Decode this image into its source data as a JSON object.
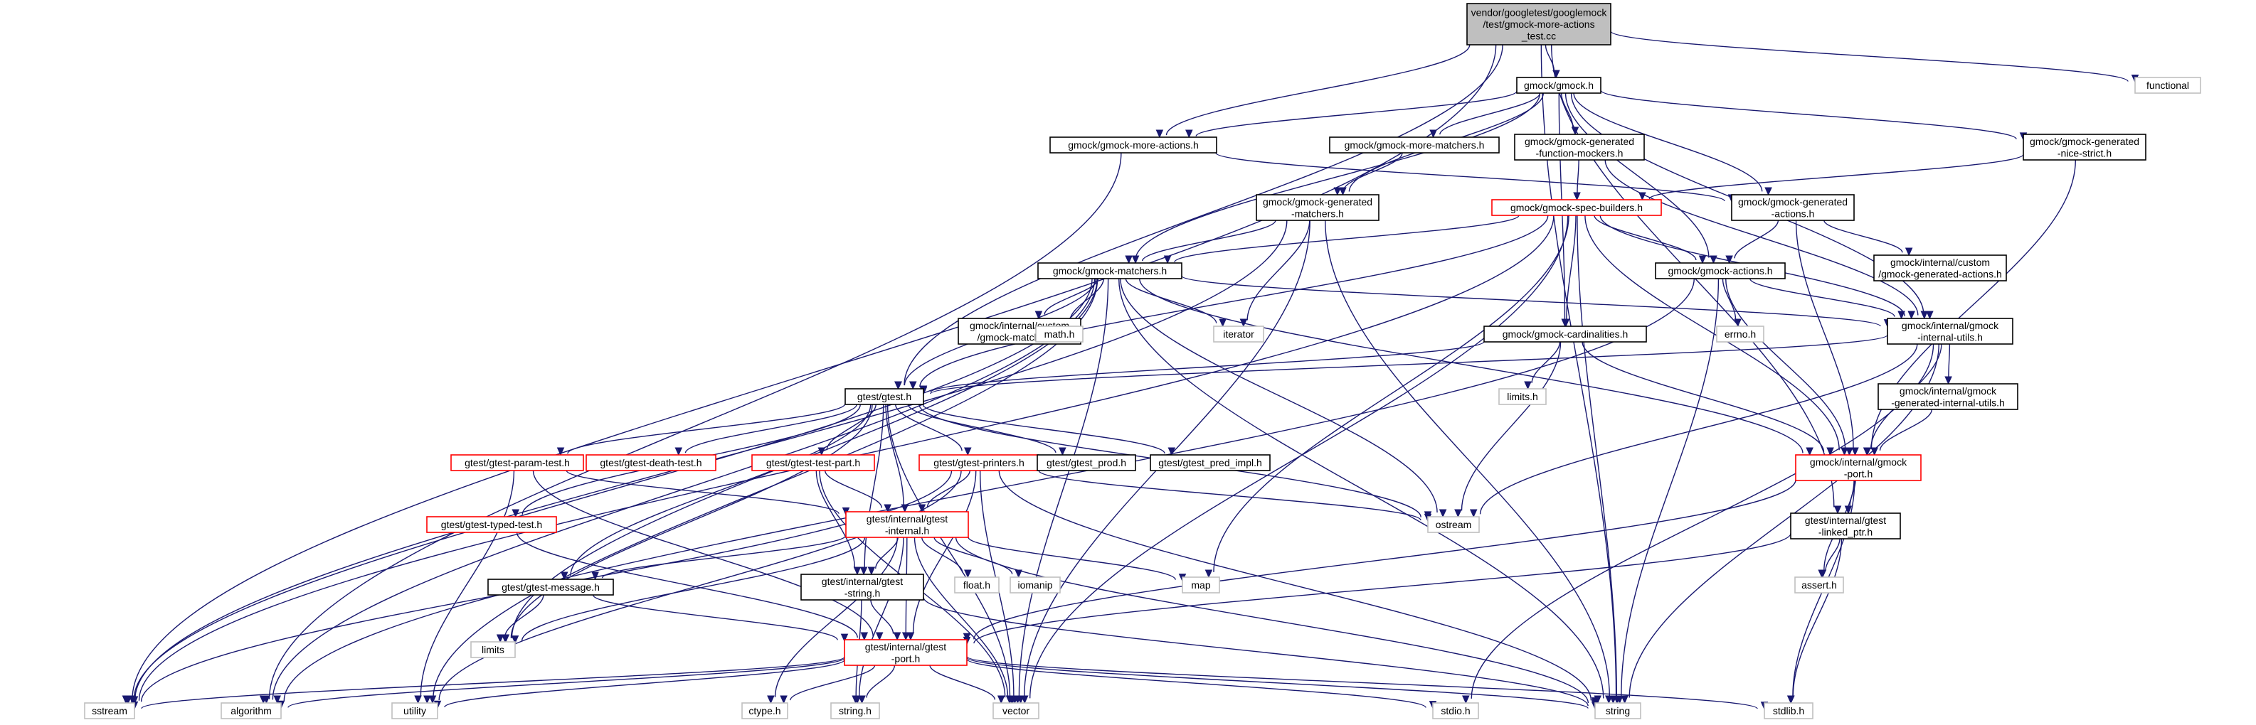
{
  "palette": {
    "root_fill": "#bfbfbf",
    "node_fill": "#ffffff",
    "border_normal": "#000000",
    "border_truncated": "#ff0000",
    "border_external": "#bfbfbf",
    "edge_color": "#191970"
  },
  "nodes": [
    {
      "id": "root",
      "lines": [
        "vendor/googletest/googlemock",
        "/test/gmock-more-actions",
        "_test.cc"
      ],
      "kind": "root"
    },
    {
      "id": "functional",
      "lines": [
        "functional"
      ],
      "kind": "external"
    },
    {
      "id": "gmock_h",
      "lines": [
        "gmock/gmock.h"
      ],
      "kind": "normal"
    },
    {
      "id": "more_actions",
      "lines": [
        "gmock/gmock-more-actions.h"
      ],
      "kind": "normal"
    },
    {
      "id": "more_matchers",
      "lines": [
        "gmock/gmock-more-matchers.h"
      ],
      "kind": "normal"
    },
    {
      "id": "gen_fmock",
      "lines": [
        "gmock/gmock-generated",
        "-function-mockers.h"
      ],
      "kind": "normal"
    },
    {
      "id": "gen_nice",
      "lines": [
        "gmock/gmock-generated",
        "-nice-strict.h"
      ],
      "kind": "normal"
    },
    {
      "id": "gen_matchers",
      "lines": [
        "gmock/gmock-generated",
        "-matchers.h"
      ],
      "kind": "normal"
    },
    {
      "id": "spec_builders",
      "lines": [
        "gmock/gmock-spec-builders.h"
      ],
      "kind": "truncated"
    },
    {
      "id": "gen_actions",
      "lines": [
        "gmock/gmock-generated",
        "-actions.h"
      ],
      "kind": "normal"
    },
    {
      "id": "custom_gen_actions",
      "lines": [
        "gmock/internal/custom",
        "/gmock-generated-actions.h"
      ],
      "kind": "normal"
    },
    {
      "id": "matchers",
      "lines": [
        "gmock/gmock-matchers.h"
      ],
      "kind": "normal"
    },
    {
      "id": "actions",
      "lines": [
        "gmock/gmock-actions.h"
      ],
      "kind": "normal"
    },
    {
      "id": "custom_matchers",
      "lines": [
        "gmock/internal/custom",
        "/gmock-matchers.h"
      ],
      "kind": "normal"
    },
    {
      "id": "math_h",
      "lines": [
        "math.h"
      ],
      "kind": "external"
    },
    {
      "id": "iterator",
      "lines": [
        "iterator"
      ],
      "kind": "external"
    },
    {
      "id": "cardinalities",
      "lines": [
        "gmock/gmock-cardinalities.h"
      ],
      "kind": "normal"
    },
    {
      "id": "errno_h",
      "lines": [
        "errno.h"
      ],
      "kind": "external"
    },
    {
      "id": "internal_utils",
      "lines": [
        "gmock/internal/gmock",
        "-internal-utils.h"
      ],
      "kind": "normal"
    },
    {
      "id": "limits_h",
      "lines": [
        "limits.h"
      ],
      "kind": "external"
    },
    {
      "id": "gen_internal_utils",
      "lines": [
        "gmock/internal/gmock",
        "-generated-internal-utils.h"
      ],
      "kind": "normal"
    },
    {
      "id": "gtest_h",
      "lines": [
        "gtest/gtest.h"
      ],
      "kind": "normal"
    },
    {
      "id": "param_test",
      "lines": [
        "gtest/gtest-param-test.h"
      ],
      "kind": "truncated"
    },
    {
      "id": "death_test",
      "lines": [
        "gtest/gtest-death-test.h"
      ],
      "kind": "truncated"
    },
    {
      "id": "test_part",
      "lines": [
        "gtest/gtest-test-part.h"
      ],
      "kind": "truncated"
    },
    {
      "id": "printers",
      "lines": [
        "gtest/gtest-printers.h"
      ],
      "kind": "truncated"
    },
    {
      "id": "gtest_prod",
      "lines": [
        "gtest/gtest_prod.h"
      ],
      "kind": "normal"
    },
    {
      "id": "pred_impl",
      "lines": [
        "gtest/gtest_pred_impl.h"
      ],
      "kind": "normal"
    },
    {
      "id": "gmock_port",
      "lines": [
        "gmock/internal/gmock",
        "-port.h"
      ],
      "kind": "truncated"
    },
    {
      "id": "typed_test",
      "lines": [
        "gtest/gtest-typed-test.h"
      ],
      "kind": "truncated"
    },
    {
      "id": "gtest_internal",
      "lines": [
        "gtest/internal/gtest",
        "-internal.h"
      ],
      "kind": "truncated"
    },
    {
      "id": "ostream",
      "lines": [
        "ostream"
      ],
      "kind": "external"
    },
    {
      "id": "linked_ptr",
      "lines": [
        "gtest/internal/gtest",
        "-linked_ptr.h"
      ],
      "kind": "normal"
    },
    {
      "id": "float_h",
      "lines": [
        "float.h"
      ],
      "kind": "external"
    },
    {
      "id": "iomanip",
      "lines": [
        "iomanip"
      ],
      "kind": "external"
    },
    {
      "id": "map",
      "lines": [
        "map"
      ],
      "kind": "external"
    },
    {
      "id": "assert_h",
      "lines": [
        "assert.h"
      ],
      "kind": "external"
    },
    {
      "id": "message",
      "lines": [
        "gtest/gtest-message.h"
      ],
      "kind": "normal"
    },
    {
      "id": "gtest_string",
      "lines": [
        "gtest/internal/gtest",
        "-string.h"
      ],
      "kind": "normal"
    },
    {
      "id": "limits",
      "lines": [
        "limits"
      ],
      "kind": "external"
    },
    {
      "id": "gtest_port",
      "lines": [
        "gtest/internal/gtest",
        "-port.h"
      ],
      "kind": "truncated"
    },
    {
      "id": "sstream",
      "lines": [
        "sstream"
      ],
      "kind": "external"
    },
    {
      "id": "algorithm",
      "lines": [
        "algorithm"
      ],
      "kind": "external"
    },
    {
      "id": "utility",
      "lines": [
        "utility"
      ],
      "kind": "external"
    },
    {
      "id": "ctype_h",
      "lines": [
        "ctype.h"
      ],
      "kind": "external"
    },
    {
      "id": "string_h",
      "lines": [
        "string.h"
      ],
      "kind": "external"
    },
    {
      "id": "vector",
      "lines": [
        "vector"
      ],
      "kind": "external"
    },
    {
      "id": "stdio_h",
      "lines": [
        "stdio.h"
      ],
      "kind": "external"
    },
    {
      "id": "string",
      "lines": [
        "string"
      ],
      "kind": "external"
    },
    {
      "id": "stdlib_h",
      "lines": [
        "stdlib.h"
      ],
      "kind": "external"
    }
  ],
  "edges": [
    [
      "root",
      "functional"
    ],
    [
      "root",
      "gmock_h"
    ],
    [
      "root",
      "more_actions"
    ],
    [
      "root",
      "gtest_h"
    ],
    [
      "root",
      "sstream"
    ],
    [
      "root",
      "string"
    ],
    [
      "root",
      "linked_ptr"
    ],
    [
      "gmock_h",
      "more_actions"
    ],
    [
      "gmock_h",
      "more_matchers"
    ],
    [
      "gmock_h",
      "gen_fmock"
    ],
    [
      "gmock_h",
      "gen_nice"
    ],
    [
      "gmock_h",
      "gen_matchers"
    ],
    [
      "gmock_h",
      "gen_actions"
    ],
    [
      "gmock_h",
      "matchers"
    ],
    [
      "gmock_h",
      "actions"
    ],
    [
      "gmock_h",
      "cardinalities"
    ],
    [
      "gmock_h",
      "internal_utils"
    ],
    [
      "more_actions",
      "gen_actions"
    ],
    [
      "more_actions",
      "algorithm"
    ],
    [
      "more_matchers",
      "gen_matchers"
    ],
    [
      "gen_fmock",
      "spec_builders"
    ],
    [
      "gen_fmock",
      "internal_utils"
    ],
    [
      "gen_nice",
      "spec_builders"
    ],
    [
      "gen_nice",
      "gmock_port"
    ],
    [
      "gen_matchers",
      "matchers"
    ],
    [
      "gen_matchers",
      "iterator"
    ],
    [
      "gen_matchers",
      "sstream"
    ],
    [
      "gen_matchers",
      "string"
    ],
    [
      "gen_matchers",
      "vector"
    ],
    [
      "spec_builders",
      "matchers"
    ],
    [
      "spec_builders",
      "actions"
    ],
    [
      "spec_builders",
      "cardinalities"
    ],
    [
      "spec_builders",
      "internal_utils"
    ],
    [
      "spec_builders",
      "gtest_h"
    ],
    [
      "spec_builders",
      "map"
    ],
    [
      "spec_builders",
      "sstream"
    ],
    [
      "spec_builders",
      "string"
    ],
    [
      "spec_builders",
      "vector"
    ],
    [
      "spec_builders",
      "gmock_port"
    ],
    [
      "gen_actions",
      "actions"
    ],
    [
      "gen_actions",
      "custom_gen_actions"
    ],
    [
      "gen_actions",
      "gmock_port"
    ],
    [
      "matchers",
      "custom_matchers"
    ],
    [
      "matchers",
      "math_h"
    ],
    [
      "matchers",
      "iterator"
    ],
    [
      "matchers",
      "internal_utils"
    ],
    [
      "matchers",
      "gtest_h"
    ],
    [
      "matchers",
      "gmock_port"
    ],
    [
      "matchers",
      "limits"
    ],
    [
      "matchers",
      "ostream"
    ],
    [
      "matchers",
      "sstream"
    ],
    [
      "matchers",
      "algorithm"
    ],
    [
      "matchers",
      "utility"
    ],
    [
      "matchers",
      "vector"
    ],
    [
      "matchers",
      "string"
    ],
    [
      "actions",
      "errno_h"
    ],
    [
      "actions",
      "internal_utils"
    ],
    [
      "actions",
      "gmock_port"
    ],
    [
      "actions",
      "string"
    ],
    [
      "actions",
      "algorithm"
    ],
    [
      "cardinalities",
      "limits_h"
    ],
    [
      "cardinalities",
      "gtest_h"
    ],
    [
      "cardinalities",
      "gmock_port"
    ],
    [
      "cardinalities",
      "ostream"
    ],
    [
      "internal_utils",
      "gen_internal_utils"
    ],
    [
      "internal_utils",
      "gmock_port"
    ],
    [
      "internal_utils",
      "gtest_h"
    ],
    [
      "internal_utils",
      "ostream"
    ],
    [
      "internal_utils",
      "stdio_h"
    ],
    [
      "internal_utils",
      "string"
    ],
    [
      "gen_internal_utils",
      "gmock_port"
    ],
    [
      "gtest_h",
      "param_test"
    ],
    [
      "gtest_h",
      "death_test"
    ],
    [
      "gtest_h",
      "test_part"
    ],
    [
      "gtest_h",
      "printers"
    ],
    [
      "gtest_h",
      "gtest_prod"
    ],
    [
      "gtest_h",
      "pred_impl"
    ],
    [
      "gtest_h",
      "typed_test"
    ],
    [
      "gtest_h",
      "gtest_internal"
    ],
    [
      "gtest_h",
      "message"
    ],
    [
      "gtest_h",
      "gtest_string"
    ],
    [
      "gtest_h",
      "ostream"
    ],
    [
      "gtest_h",
      "vector"
    ],
    [
      "gtest_h",
      "limits"
    ],
    [
      "param_test",
      "gtest_internal"
    ],
    [
      "param_test",
      "gtest_port"
    ],
    [
      "param_test",
      "utility"
    ],
    [
      "test_part",
      "gtest_internal"
    ],
    [
      "test_part",
      "gtest_string"
    ],
    [
      "test_part",
      "vector"
    ],
    [
      "printers",
      "gtest_internal"
    ],
    [
      "printers",
      "gtest_port"
    ],
    [
      "printers",
      "ostream"
    ],
    [
      "printers",
      "sstream"
    ],
    [
      "printers",
      "string"
    ],
    [
      "printers",
      "utility"
    ],
    [
      "printers",
      "vector"
    ],
    [
      "typed_test",
      "gtest_port"
    ],
    [
      "gmock_port",
      "linked_ptr"
    ],
    [
      "gmock_port",
      "gtest_port"
    ],
    [
      "gmock_port",
      "assert_h"
    ],
    [
      "gmock_port",
      "stdlib_h"
    ],
    [
      "gtest_internal",
      "message"
    ],
    [
      "gtest_internal",
      "gtest_string"
    ],
    [
      "gtest_internal",
      "gtest_port"
    ],
    [
      "gtest_internal",
      "float_h"
    ],
    [
      "gtest_internal",
      "iomanip"
    ],
    [
      "gtest_internal",
      "map"
    ],
    [
      "gtest_internal",
      "limits"
    ],
    [
      "gtest_internal",
      "ctype_h"
    ],
    [
      "gtest_internal",
      "string_h"
    ],
    [
      "gtest_internal",
      "string"
    ],
    [
      "gtest_internal",
      "vector"
    ],
    [
      "linked_ptr",
      "gtest_port"
    ],
    [
      "linked_ptr",
      "assert_h"
    ],
    [
      "linked_ptr",
      "stdlib_h"
    ],
    [
      "message",
      "gtest_port"
    ],
    [
      "message",
      "limits"
    ],
    [
      "gtest_string",
      "gtest_port"
    ],
    [
      "gtest_string",
      "string_h"
    ],
    [
      "gtest_string",
      "string"
    ],
    [
      "gtest_port",
      "sstream"
    ],
    [
      "gtest_port",
      "algorithm"
    ],
    [
      "gtest_port",
      "utility"
    ],
    [
      "gtest_port",
      "ctype_h"
    ],
    [
      "gtest_port",
      "string_h"
    ],
    [
      "gtest_port",
      "vector"
    ],
    [
      "gtest_port",
      "stdio_h"
    ],
    [
      "gtest_port",
      "string"
    ],
    [
      "gtest_port",
      "stdlib_h"
    ]
  ]
}
